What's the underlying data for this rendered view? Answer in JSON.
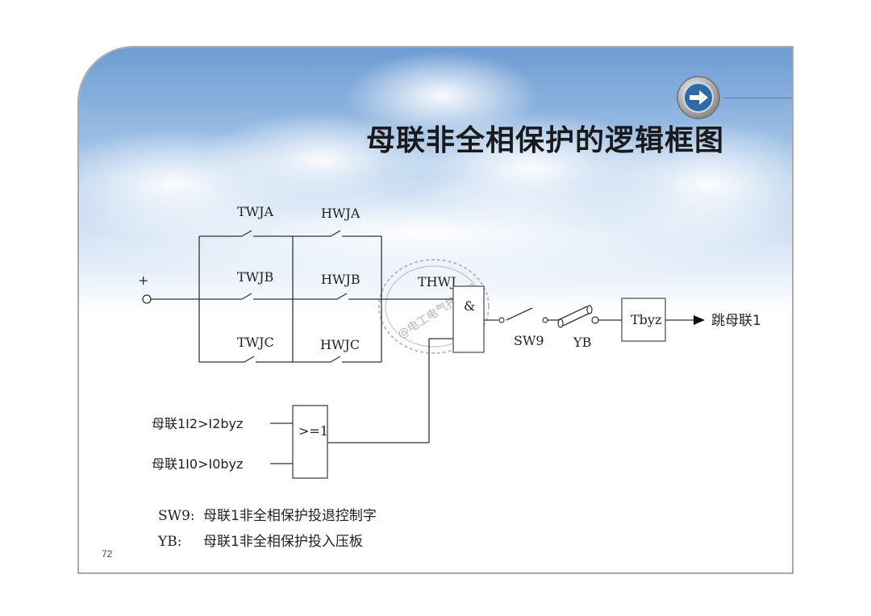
{
  "slide": {
    "title": "母联非全相保护的逻辑框图",
    "page_number": "72"
  },
  "diagram": {
    "plus_label": "+",
    "contacts": {
      "twja": "TWJA",
      "hwja": "HWJA",
      "twjb": "TWJB",
      "hwjb": "HWJB",
      "twjc": "TWJC",
      "hwjc": "HWJC"
    },
    "thwj_label": "THWJ",
    "and_label": "&",
    "sw9_label": "SW9",
    "yb_label": "YB",
    "timer_label": "Tbyz",
    "output_label": "跳母联1",
    "or_label": ">=1",
    "or_input_1": "母联1I2>I2byz",
    "or_input_2": "母联1I0>I0byz"
  },
  "legend": [
    {
      "key": "SW9:",
      "value": "母联1非全相保护投退控制字"
    },
    {
      "key": "YB:",
      "value": "母联1非全相保护投入压板"
    }
  ],
  "watermark": {
    "text": "@电工电气技术圈"
  },
  "icons": {
    "nav": "arrow-right-circle-icon"
  },
  "colors": {
    "sky_top": "#6f9fd4",
    "sky_bottom": "#ffffff",
    "border": "#a9a9a9",
    "wire": "#333333"
  }
}
